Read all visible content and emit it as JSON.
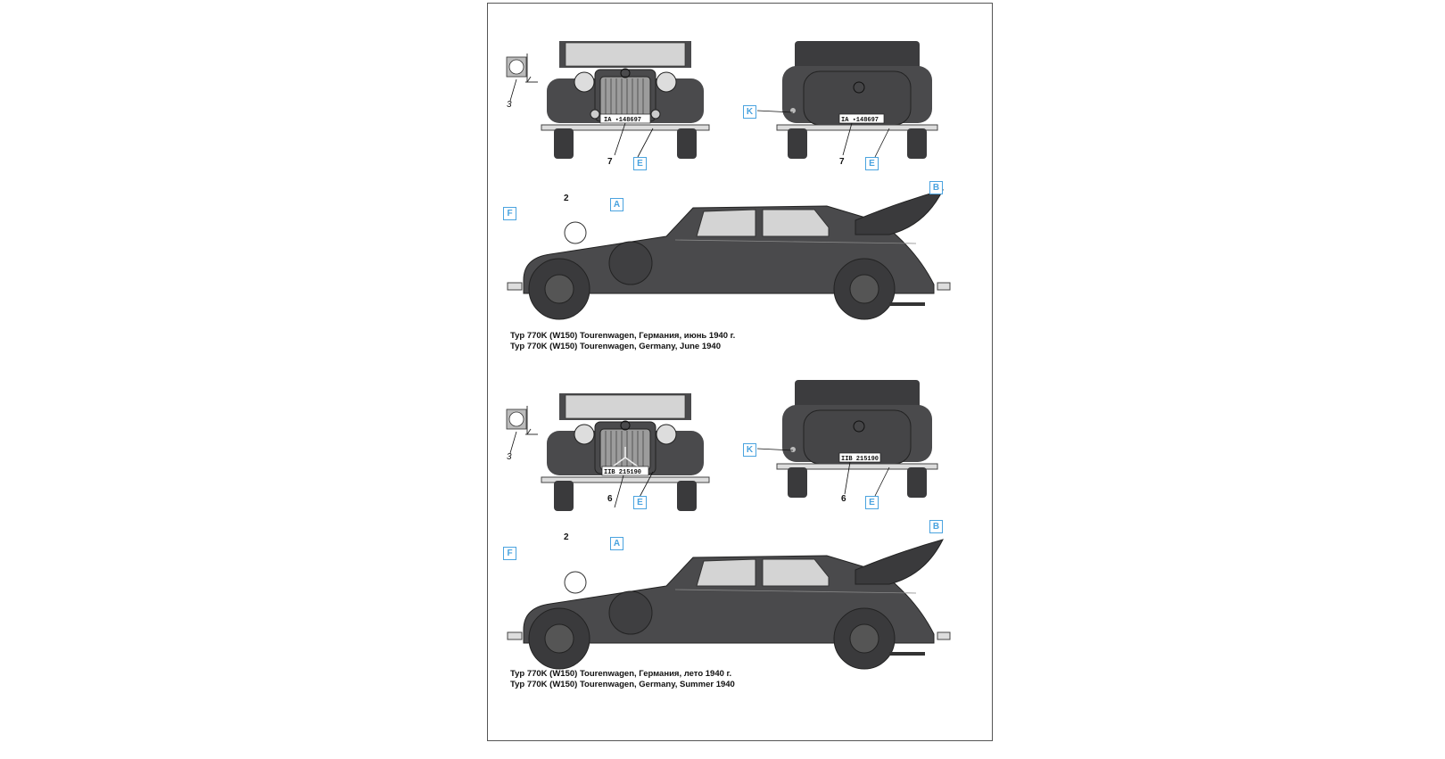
{
  "colors": {
    "body": "#4a4a4c",
    "body_dark": "#2e2e30",
    "glass": "#d4d4d4",
    "callout": "#4aa3df",
    "tire": "#3a3a3c"
  },
  "variants": [
    {
      "plate": "IA ▪148697",
      "plate_number_label": "7",
      "caption_ru": "Typ 770K (W150) Tourenwagen, Германия, июнь 1940 г.",
      "caption_en": "Typ 770K (W150) Tourenwagen, Germany, June 1940"
    },
    {
      "plate": "IIB 215190",
      "plate_number_label": "6",
      "caption_ru": "Typ 770K (W150) Tourenwagen, Германия, лето 1940 г.",
      "caption_en": "Typ 770K (W150) Tourenwagen, Germany, Summer 1940"
    }
  ],
  "labels": {
    "pennant": "3",
    "side_marking": "2",
    "callout_a": "A",
    "callout_b": "B",
    "callout_e": "E",
    "callout_f": "F",
    "callout_k": "K"
  },
  "icons": [
    "pennant-flag-icon",
    "mercedes-star-icon"
  ]
}
